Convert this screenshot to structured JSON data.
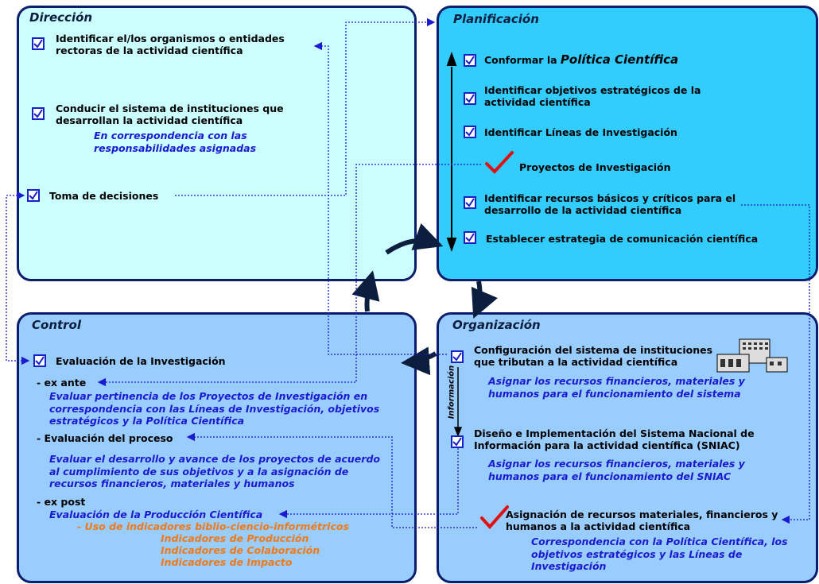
{
  "colors": {
    "direccion": "#ccffff",
    "planificacion": "#33ccff",
    "control": "#99ccff",
    "organizacion": "#99ccff",
    "border": "#0b1e6e",
    "link_blue": "#1a1ad0",
    "orange": "#f07a18"
  },
  "direccion": {
    "title": "Dirección",
    "item1": "Identificar el/los organismos o entidades rectoras de la actividad científica",
    "item2": "Conducir el sistema de instituciones que desarrollan la actividad científica",
    "item2_note": "En correspondencia con las responsabilidades asignadas",
    "item3": "Toma de decisiones"
  },
  "planificacion": {
    "title": "Planificación",
    "item1_pre": "Conformar la ",
    "item1_em": "Política Científica",
    "item2": "Identificar objetivos estratégicos de la actividad científica",
    "item3": "Identificar Líneas de Investigación",
    "item4": "Proyectos de Investigación",
    "item5": "Identificar recursos básicos y críticos para el desarrollo de la actividad científica",
    "item6": "Establecer estrategia de comunicación científica"
  },
  "control": {
    "title": "Control",
    "item1": "Evaluación de la Investigación",
    "exante": "- ex ante",
    "exante_note": "Evaluar pertinencia de los Proyectos de Investigación en correspondencia con las Líneas de Investigación, objetivos estratégicos y la Política Científica",
    "proceso": "- Evaluación del proceso",
    "proceso_note": "Evaluar el desarrollo y avance de los proyectos de acuerdo al cumplimiento de sus objetivos y a la asignación de recursos financieros, materiales y humanos",
    "expost": "- ex post",
    "expost_note": "Evaluación de la Producción Científica",
    "indicadores": "- Uso de indicadores biblio-ciencio-informétricos",
    "ind1": "Indicadores de Producción",
    "ind2": "Indicadores de Colaboración",
    "ind3": "Indicadores de Impacto"
  },
  "organizacion": {
    "title": "Organización",
    "item1": "Configuración del sistema de instituciones que tributan a la actividad científica",
    "item1_note": "Asignar los recursos financieros, materiales y humanos para el funcionamiento del sistema",
    "item2": "Diseño e Implementación del Sistema Nacional de Información para la actividad científica (SNIAC)",
    "item2_note": "Asignar los recursos financieros, materiales y humanos para el funcionamiento del SNIAC",
    "item3": "Asignación de recursos materiales, financieros y humanos a la actividad científica",
    "item3_note": "Correspondencia con la Política Científica, los objetivos estratégicos y las Líneas de Investigación",
    "vertical_label": "Información"
  }
}
